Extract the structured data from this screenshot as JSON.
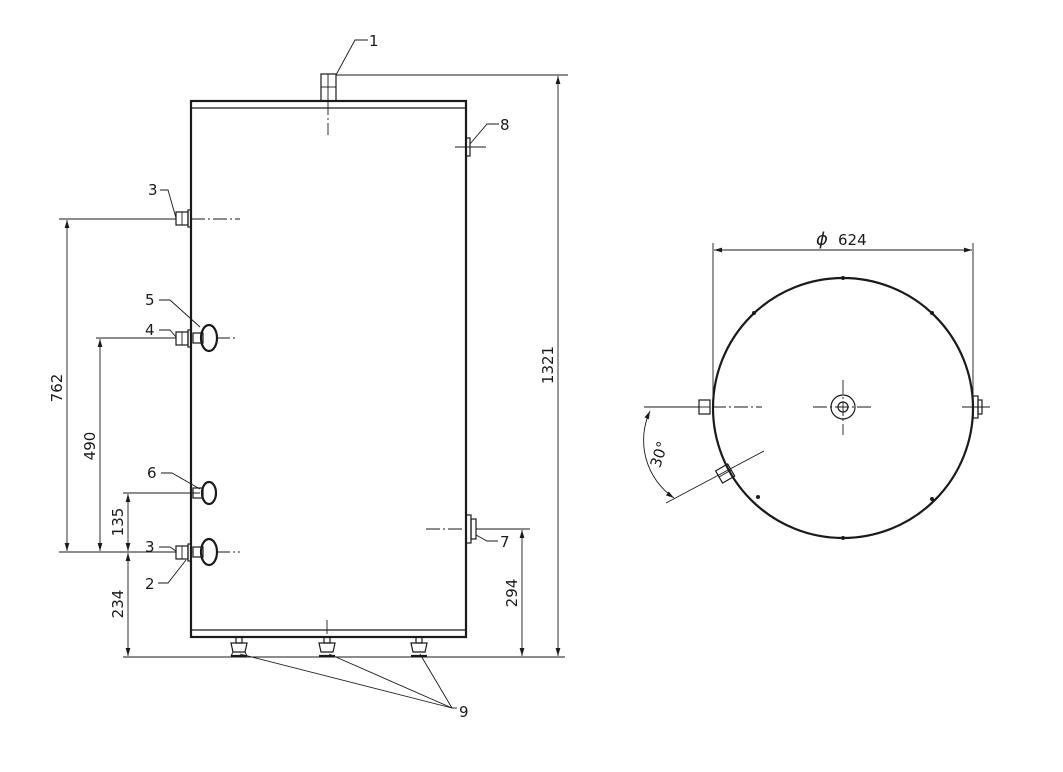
{
  "front_view": {
    "callouts": {
      "c1": "1",
      "c2": "2",
      "c3_top": "3",
      "c3_bottom": "3",
      "c4": "4",
      "c5": "5",
      "c6": "6",
      "c7": "7",
      "c8": "8",
      "c9": "9"
    },
    "dimensions": {
      "height_total": "1321",
      "d762": "762",
      "d490": "490",
      "d135": "135",
      "d234": "234",
      "d294": "294"
    }
  },
  "top_view": {
    "diameter_symbol": "ϕ",
    "diameter_value": "624",
    "angle": "30°"
  }
}
